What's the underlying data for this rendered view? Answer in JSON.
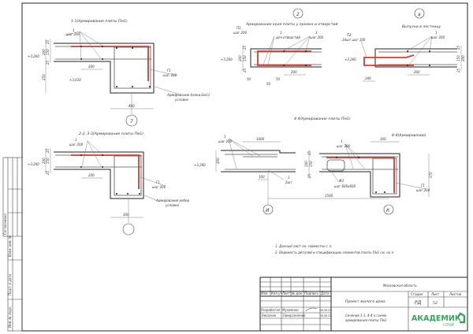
{
  "sections": {
    "s11": {
      "title": "1-1(Армирование плиты Пм1)",
      "bar1": "1",
      "bar1_step": "шаг 200",
      "g1": "Г1",
      "g1_step": "шаг 200",
      "beam_note1": "Армирование балки Бм11",
      "beam_note2": "условно",
      "dim_200": "200",
      "dim_400": "400",
      "elev1": "+3,260",
      "elev2": "+3,010",
      "dim_v": [
        "25",
        "150",
        "200",
        "25",
        "250"
      ],
      "axis": "7"
    },
    "s22": {
      "title": "2-2, 3-3(Армирование плиты Пм1)",
      "bar1": "1",
      "bar1_step": "шаг 200",
      "g1": "Г1",
      "g1_step": "шаг 200",
      "rib_note1": "Армирование ребер",
      "rib_note2": "условно",
      "dim_200": "200",
      "dim_300": "300",
      "elev": "+3,260",
      "dim_v": [
        "25",
        "150",
        "200",
        "25"
      ]
    },
    "s2": {
      "marker": "2",
      "title": "Армирование края плиты у проема и отверстий",
      "p1": "П1",
      "p1_step": "шаг 200",
      "bar_holes": "1",
      "bar_holes_note": "для отверстий",
      "bar1": "1",
      "bar1_step": "шаг 200",
      "dim_200": "200",
      "dim_50a": "50",
      "dim_50b": "50",
      "dim_50c": "50",
      "elev": "+3,260",
      "dim_v": [
        "25",
        "150",
        "200",
        "25"
      ]
    },
    "sa": {
      "marker": "а",
      "title": "Выпуски в лестницу",
      "p2": "П2",
      "p2_step": "14шт шаг 100",
      "bar1": "1",
      "bar1_step": "шаг 200",
      "dim_200": "200",
      "dim_240": "240",
      "elev": "+3,260",
      "dim_v": [
        "25",
        "150",
        "200",
        "25"
      ]
    },
    "s44": {
      "title": "4-4(Армирование плиты Пм1)",
      "bar1": "1",
      "bar1_step": "шаг 200",
      "dim_1000": "1000",
      "dim_100": "100",
      "bar2": "1",
      "bar2_qty": "2шт",
      "elev": "+3,260",
      "dim_200": "200",
      "axis_left": "И",
      "axis_right": "К",
      "dim_1500": "1500"
    },
    "s44b": {
      "title": "4-4(Армирование)",
      "bar1": "1",
      "bar1_step": "шаг 200",
      "dim_300": "300",
      "f3": "Ф3",
      "f3_step": "шаг 600х600",
      "g1": "Г1",
      "g1_step": "шаг 200",
      "dim_370": "370",
      "dim_v": [
        "25",
        "160",
        "150",
        "25"
      ]
    }
  },
  "notes": [
    "1. Данный лист см. совместно с л.",
    "2. Ведомость деталей и спецификацию элементов плиты Пм1 см. на л."
  ],
  "stamp": {
    "labels": [
      "Согласовано",
      "Взам. инв. №",
      "Подп. и дата",
      "Инв. № подл."
    ]
  },
  "title_block": {
    "region": "Московская область",
    "headers": [
      "Изм.",
      "Кол.уч",
      "Лист",
      "№ док.",
      "Подпись",
      "Дата"
    ],
    "rows": [
      {
        "role": "Разработал",
        "name": "Мусиенко",
        "date": "08.08.23"
      },
      {
        "role": "Заказчик",
        "name": "Закирзаченко",
        "date": "08.08.23"
      }
    ],
    "project": "Проект жилого дома",
    "stage_label": "Стадия",
    "sheet_label": "Лист",
    "sheets_label": "Листов",
    "stage": "РД",
    "sheet": "52",
    "sheets": "",
    "drawing_title1": "Сечения 1-1, 4-4 к схеме",
    "drawing_title2": "армирования плиты Пм1",
    "logo_main": "АКАДЕМИК",
    "logo_sub": "СТРОЙ"
  },
  "colors": {
    "rebar_highlight": "#d23a35",
    "logo": "#3aa35a"
  }
}
